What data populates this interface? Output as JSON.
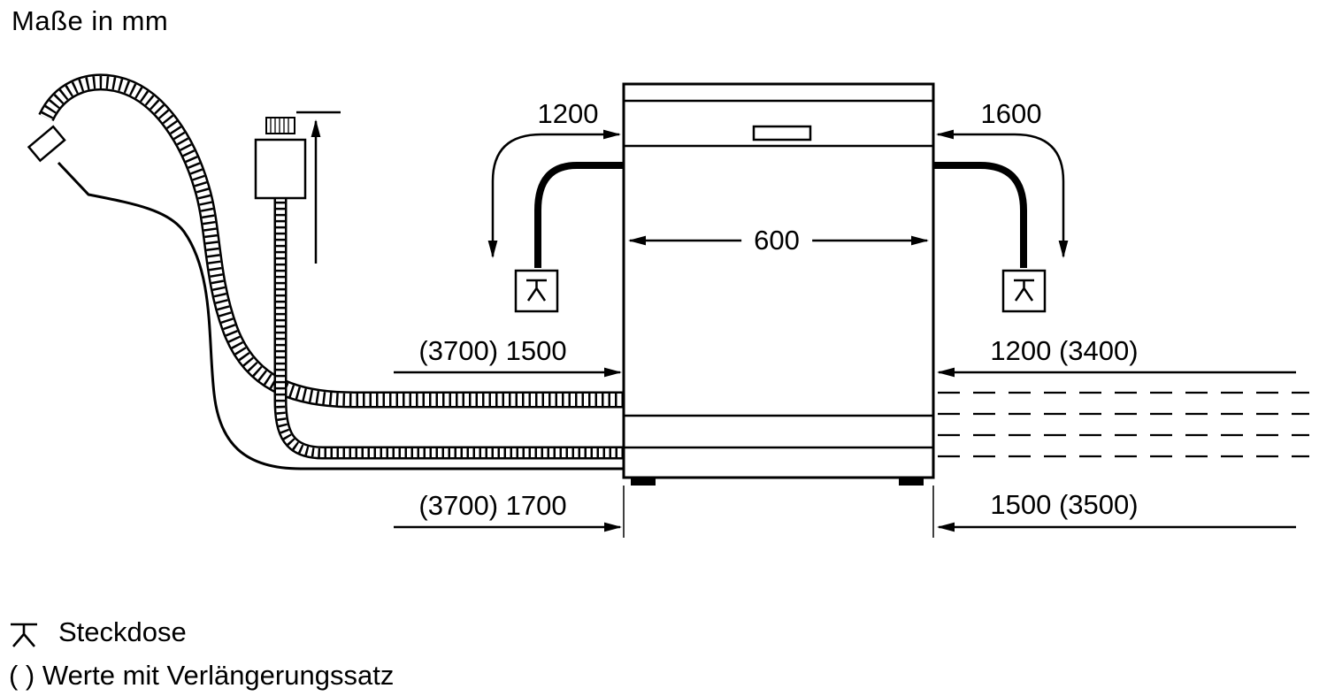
{
  "page": {
    "title": "Maße in mm"
  },
  "dims": {
    "top_left": "1200",
    "top_right": "1600",
    "width": "600",
    "mid_left": "(3700) 1500",
    "mid_right": "1200 (3400)",
    "bottom_left": "(3700) 1700",
    "bottom_right": "1500 (3500)"
  },
  "legend": {
    "socket_label": "Steckdose",
    "note": "( ) Werte mit Verlängerungssatz"
  },
  "icons": {
    "socket": "socket-icon"
  },
  "colors": {
    "line": "#000000",
    "background": "#ffffff"
  }
}
